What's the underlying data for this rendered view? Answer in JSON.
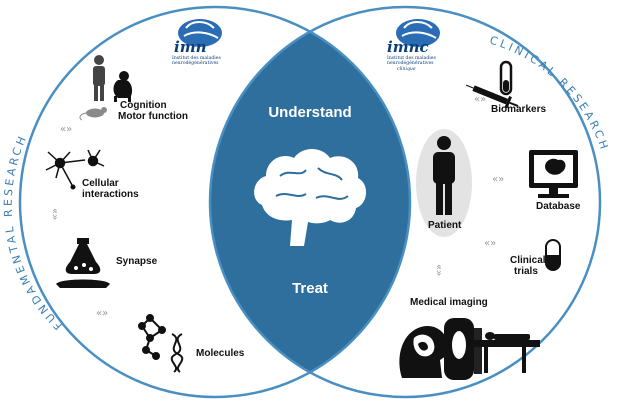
{
  "center": {
    "top": "Understand",
    "bottom": "Treat"
  },
  "left": {
    "arc_title": "FUNDAMENTAL RESEARCH",
    "logo": {
      "wordmark": "imn",
      "subtitle_1": "Institut des maladies",
      "subtitle_2": "neurodégénératives"
    },
    "items": [
      {
        "line1": "Cognition",
        "line2": "Motor function",
        "icon": "human-monkey-mouse-icon"
      },
      {
        "line1": "Cellular",
        "line2": "interactions",
        "icon": "neuron-icon"
      },
      {
        "line1": "Synapse",
        "line2": "",
        "icon": "synapse-icon"
      },
      {
        "line1": "Molecules",
        "line2": "",
        "icon": "molecule-dna-icon"
      }
    ]
  },
  "right": {
    "arc_title": "CLINICAL RESEARCH",
    "logo": {
      "wordmark": "imnc",
      "subtitle_1": "Institut des maladies",
      "subtitle_2": "neurodégénératives",
      "subtitle_3": "clinique"
    },
    "items": [
      {
        "line1": "Biomarkers",
        "line2": "",
        "icon": "test-tube-syringe-icon"
      },
      {
        "line1": "Patient",
        "line2": "",
        "icon": "patient-icon"
      },
      {
        "line1": "Database",
        "line2": "",
        "icon": "monitor-icon"
      },
      {
        "line1": "Clinical",
        "line2": "trials",
        "icon": "capsule-icon"
      },
      {
        "line1": "Medical imaging",
        "line2": "",
        "icon": "mri-scanner-icon"
      }
    ]
  },
  "connector_glyph": "«»",
  "colors": {
    "circle_stroke": "#4a8fc2",
    "lens_fill": "#2e6f9e",
    "patient_bg": "#e3e3e3",
    "icon": "#111111"
  }
}
